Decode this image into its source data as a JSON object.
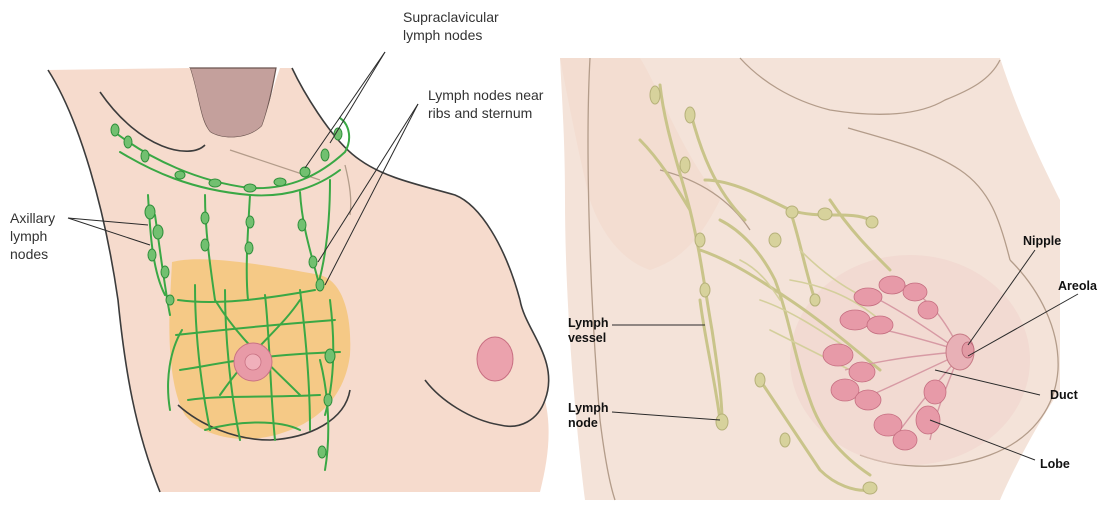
{
  "left_panel": {
    "labels": {
      "supraclavicular_line1": "Supraclavicular",
      "supraclavicular_line2": "lymph nodes",
      "near_ribs_line1": "Lymph nodes near",
      "near_ribs_line2": "ribs and sternum",
      "axillary_line1": "Axillary",
      "axillary_line2": "lymph",
      "axillary_line3": "nodes"
    }
  },
  "right_panel": {
    "labels": {
      "nipple": "Nipple",
      "areola": "Areola",
      "lymph_vessel_line1": "Lymph",
      "lymph_vessel_line2": "vessel",
      "duct": "Duct",
      "lymph_node_line1": "Lymph",
      "lymph_node_line2": "node",
      "lobe": "Lobe"
    }
  },
  "colors": {
    "skin_left": "#f6dbcd",
    "skin_right": "#f4e3d9",
    "lymph_green": "#3aa845",
    "breast_tissue": "#f5c77e",
    "areola": "#e89aa7",
    "lymph_tan": "#c9c48a",
    "lobe_pink": "#e79aa8"
  }
}
